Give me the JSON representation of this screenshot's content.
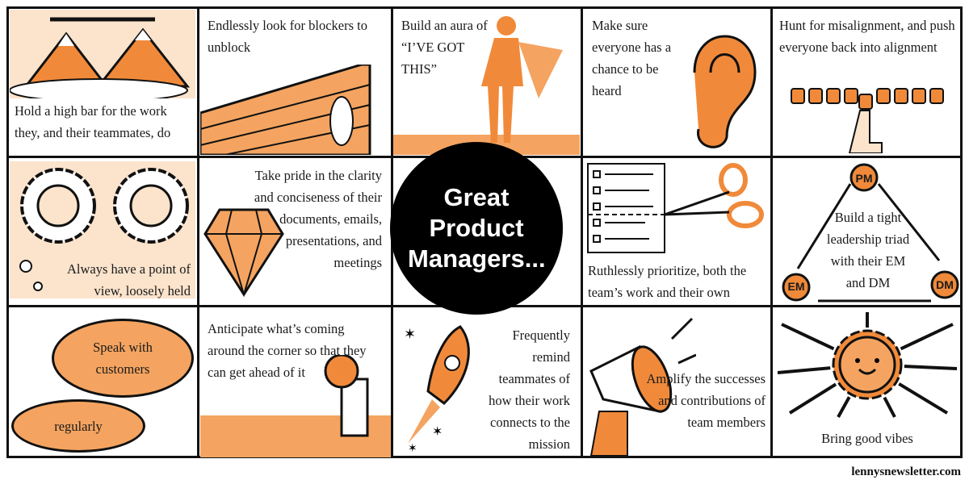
{
  "accent": "#f08a3a",
  "center": {
    "title": "Great Product Managers..."
  },
  "cells": [
    {
      "text": "Hold a high bar for the work they, and their teammates, do",
      "icon": "mountains-icon"
    },
    {
      "text": "Endlessly look for blockers to unblock",
      "icon": "brick-wall-icon"
    },
    {
      "text": "Build an aura of “I’VE GOT THIS”",
      "icon": "superhero-icon"
    },
    {
      "text": "Make sure everyone has a chance to be heard",
      "icon": "ear-icon"
    },
    {
      "text": "Hunt for misalignment, and push everyone back into alignment",
      "icon": "blocks-finger-icon"
    },
    {
      "text": "Always have a point of view, loosely held",
      "icon": "cloud-glasses-icon"
    },
    {
      "text": "Take pride in the clarity and conciseness of their documents, emails, presentations, and meetings",
      "icon": "diamond-icon"
    },
    {
      "text": "Ruthlessly prioritize, both the team’s work and their own",
      "icon": "scissors-list-icon"
    },
    {
      "text": "Build a tight leadership triad with their EM and DM",
      "icon": "triad-icon",
      "nodes": [
        "PM",
        "EM",
        "DM"
      ]
    },
    {
      "text": "Speak with customers",
      "text2": "regularly",
      "icon": "speech-bubbles-icon"
    },
    {
      "text": "Anticipate what’s coming around the corner so that they can get ahead of it",
      "icon": "periscope-icon"
    },
    {
      "text": "Frequently remind teammates of how their work connects to the mission",
      "icon": "rocket-icon"
    },
    {
      "text": "Amplify the successes and contributions of team members",
      "icon": "megaphone-icon"
    },
    {
      "text": "Bring good vibes",
      "icon": "sun-icon"
    }
  ],
  "footer": "lennysnewsletter.com"
}
